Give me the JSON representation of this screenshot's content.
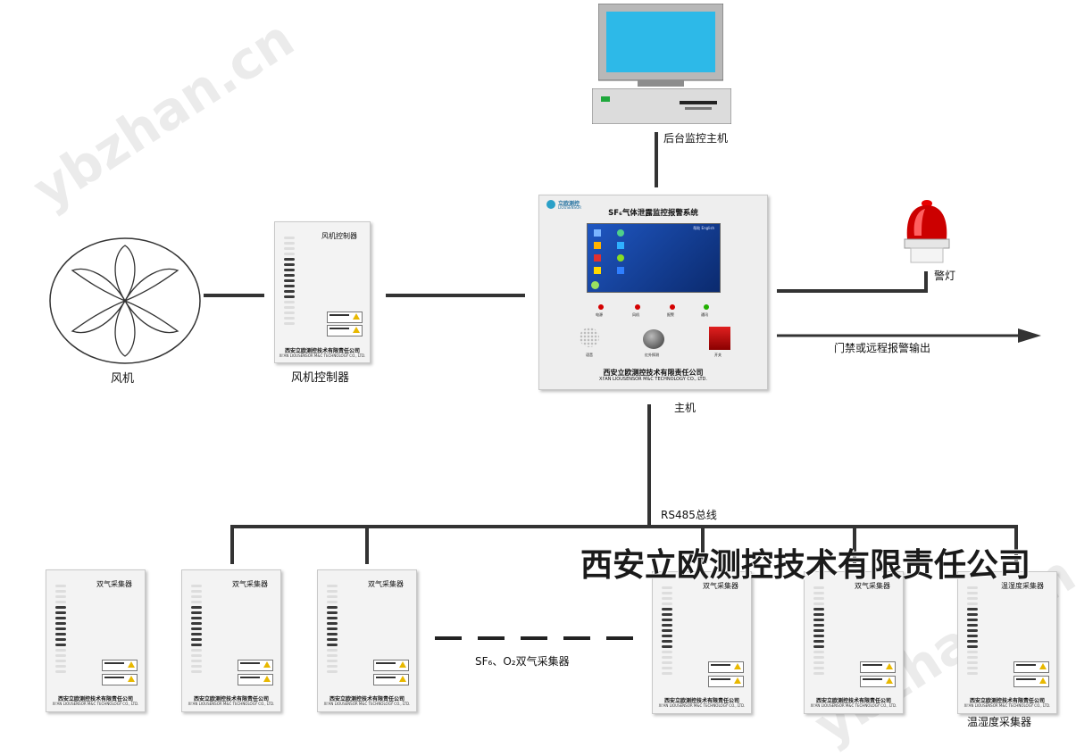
{
  "pc_label": "后台监控主机",
  "fan_label": "风机",
  "fan_ctrl": {
    "title": "风机控制器",
    "label": "风机控制器"
  },
  "host": {
    "logo_text": "立欧测控",
    "logo_sub": "LIOUSENSOR",
    "title": "SF₆气体泄露监控报警系统",
    "screen_top": "帮助 English",
    "leds": [
      {
        "label": "电源",
        "color": "#d40000"
      },
      {
        "label": "风机",
        "color": "#d40000"
      },
      {
        "label": "报警",
        "color": "#d40000"
      },
      {
        "label": "通讯",
        "color": "#22b000"
      }
    ],
    "speaker_label": "语音",
    "knob_label": "红外探测",
    "switch_label": "开关",
    "company": "西安立欧测控技术有限责任公司",
    "company_en": "XI'AN LIOUSENSOR M&C TECHNOLOGY CO., LTD.",
    "label": "主机"
  },
  "alarm_label": "警灯",
  "output_label": "门禁或远程报警输出",
  "bus_label": "RS485总线",
  "big_company": "西安立欧测控技术有限责任公司",
  "collectors": [
    {
      "title": "双气采集器"
    },
    {
      "title": "双气采集器"
    },
    {
      "title": "双气采集器"
    },
    {
      "title": "双气采集器"
    },
    {
      "title": "双气采集器"
    },
    {
      "title": "温湿度采集器"
    }
  ],
  "collector_company": "西安立欧测控技术有限责任公司",
  "collector_company_en": "XI'AN LIOUSENSOR M&C TECHNOLOGY CO., LTD.",
  "warning_text": "Warning",
  "dual_label": "SF₆、O₂双气采集器",
  "th_label": "温湿度采集器",
  "watermark": "ybzhan.cn"
}
